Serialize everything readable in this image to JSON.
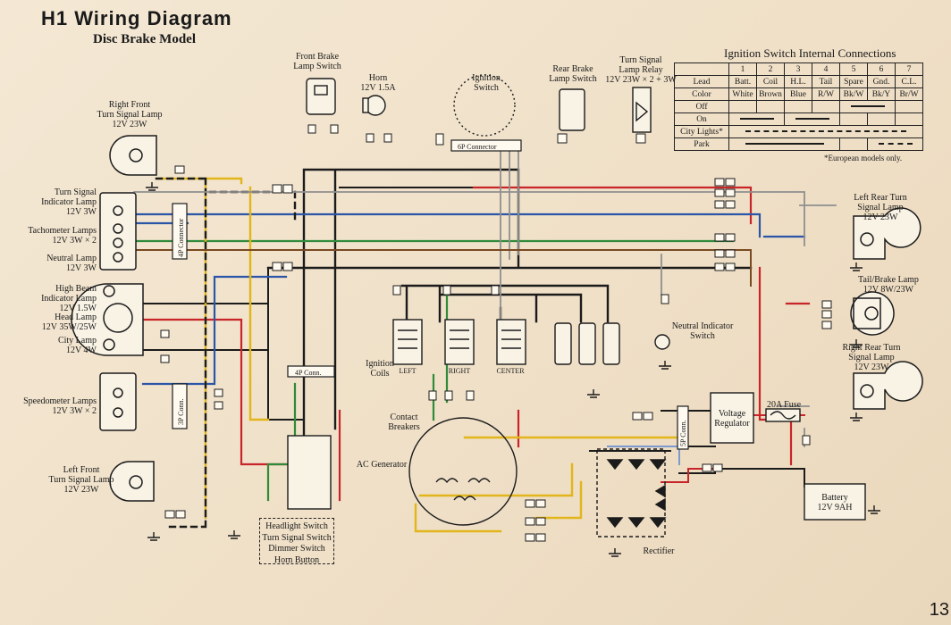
{
  "title": "H1  Wiring  Diagram",
  "subtitle": "Disc Brake Model",
  "page_number": "13",
  "components": {
    "front_brake_switch": "Front Brake\nLamp Switch",
    "horn": "Horn\n12V 1.5A",
    "ignition_switch": "Ignition\nSwitch",
    "rear_brake_switch": "Rear Brake\nLamp Switch",
    "turn_relay": "Turn Signal\nLamp Relay\n12V 23W × 2 + 3W",
    "right_front_turn": "Right Front\nTurn Signal Lamp\n12V 23W",
    "turn_indicator": "Turn Signal\nIndicator Lamp\n12V 3W",
    "tachometer": "Tachometer Lamps\n12V 3W × 2",
    "neutral_lamp": "Neutral Lamp\n12V 3W",
    "high_beam": "High Beam\nIndicator Lamp\n12V 1.5W",
    "head_lamp": "Head Lamp\n12V 35W/25W",
    "city_lamp": "City Lamp\n12V 4W",
    "speedometer": "Speedometer Lamps\n12V 3W × 2",
    "left_front_turn": "Left Front\nTurn Signal Lamp\n12V 23W",
    "left_rear_turn": "Left Rear Turn\nSignal Lamp\n12V 23W",
    "tail_brake": "Tail/Brake Lamp\n12V 8W/23W",
    "right_rear_turn": "Right Rear Turn\nSignal Lamp\n12V 23W",
    "neutral_switch": "Neutral Indicator\nSwitch",
    "ignition_coils": "Ignition\nCoils",
    "coil_left": "LEFT",
    "coil_right": "RIGHT",
    "coil_center": "CENTER",
    "contact_breakers": "Contact\nBreakers",
    "ac_generator": "AC Generator",
    "voltage_regulator": "Voltage\nRegulator",
    "fuse": "20A Fuse",
    "battery": "Battery\n12V 9AH",
    "rectifier": "Rectifier",
    "connector_6p": "6P Connector",
    "connector_4p_v": "4P Connector",
    "connector_4p_h": "4P Conn.",
    "connector_3p": "3P Conn.",
    "connector_5p": "5P Conn.",
    "switch_box": [
      "Headlight Switch",
      "Turn Signal Switch",
      "Dimmer Switch",
      "Horn Button"
    ]
  },
  "ignition_table": {
    "title": "Ignition Switch Internal Connections",
    "columns": [
      "",
      "1",
      "2",
      "3",
      "4",
      "5",
      "6",
      "7"
    ],
    "lead_row": [
      "Lead",
      "Batt.",
      "Coil",
      "H.L.",
      "Tail",
      "Spare",
      "Gnd.",
      "C.L."
    ],
    "color_row": [
      "Color",
      "White",
      "Brown",
      "Blue",
      "R/W",
      "Bk/W",
      "Bk/Y",
      "Br/W"
    ],
    "states": [
      "Off",
      "On",
      "City Lights*",
      "Park"
    ],
    "note": "*European models only."
  },
  "wire_colors": {
    "black": "#1b1b1b",
    "red": "#c8242a",
    "green": "#2f8a3a",
    "yellow": "#e2b51b",
    "blue": "#2b56a8",
    "white": "#f7f3ec",
    "gray": "#9a9a9a",
    "brown": "#7a4a22"
  }
}
